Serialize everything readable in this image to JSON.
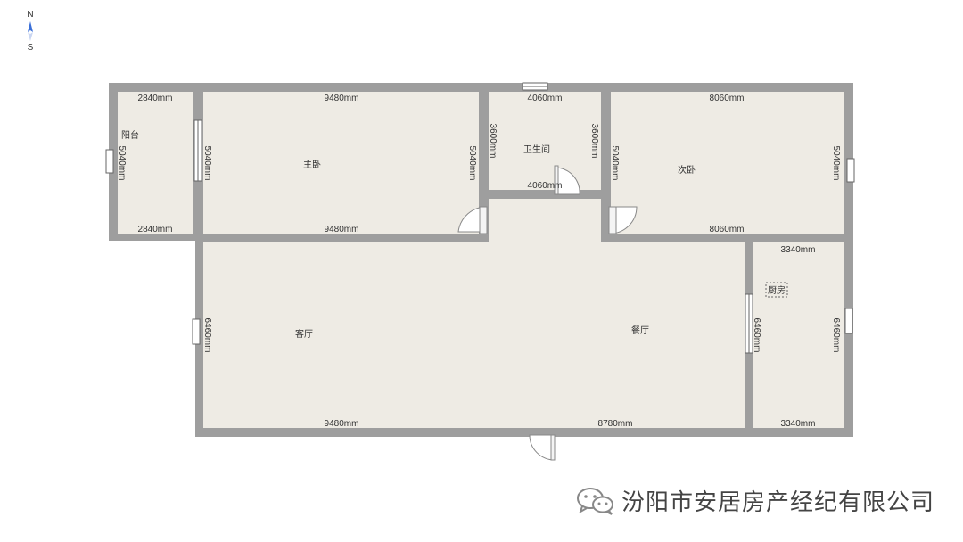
{
  "compass": {
    "north": "N",
    "south": "S"
  },
  "rooms": {
    "balcony": "阳台",
    "master_bedroom": "主卧",
    "bathroom": "卫生间",
    "second_bedroom": "次卧",
    "kitchen": "厨房",
    "living_room": "客厅",
    "dining_room": "餐厅"
  },
  "dimensions": {
    "balcony_top": "2840mm",
    "balcony_bottom": "2840mm",
    "balcony_left": "5040mm",
    "master_top": "9480mm",
    "master_bottom": "9480mm",
    "master_left": "5040mm",
    "master_right": "5040mm",
    "bath_top": "4060mm",
    "bath_bottom": "4060mm",
    "bath_left": "3600mm",
    "bath_right": "3600mm",
    "second_top": "8060mm",
    "second_bottom": "8060mm",
    "second_left": "5040mm",
    "second_right": "5040mm",
    "kitchen_top": "3340mm",
    "kitchen_bottom": "3340mm",
    "kitchen_left": "6460mm",
    "kitchen_right": "6460mm",
    "living_left": "6460mm",
    "living_bottom": "9480mm",
    "dining_bottom": "8780mm"
  },
  "watermark": {
    "text": "汾阳市安居房产经纪有限公司",
    "icon": "wechat-icon"
  },
  "colors": {
    "wall": "#9e9e9e",
    "floor": "#eeebe4",
    "compass": "#3a6fd8"
  }
}
